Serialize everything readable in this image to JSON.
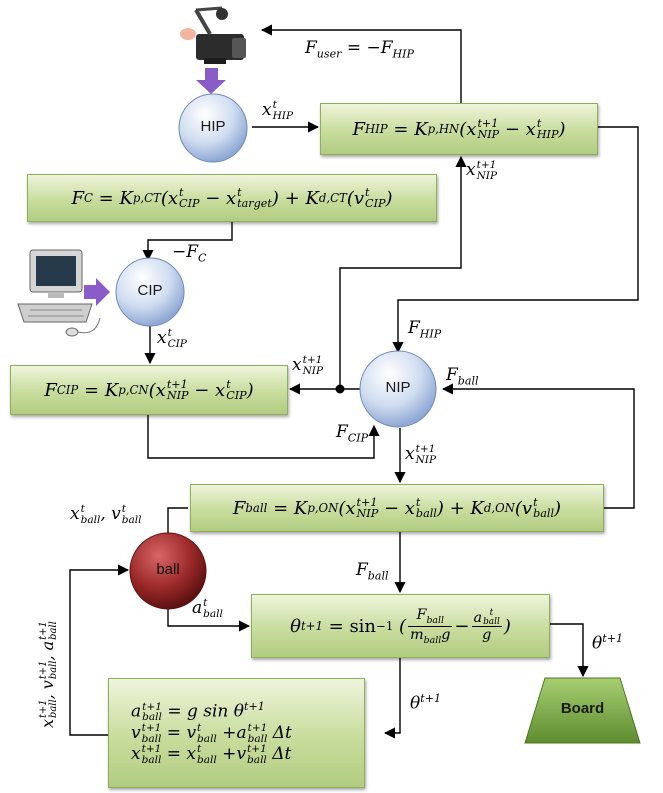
{
  "nodes": {
    "hip": "HIP",
    "cip": "CIP",
    "nip": "NIP",
    "ball": "ball",
    "board": "Board"
  },
  "colors": {
    "box_fill_top": "#eef5dc",
    "box_fill_bottom": "#b2cc82",
    "box_border": "#8fae5c",
    "sphere_blue": "#b9cce8",
    "ball_red": "#9c2a2a",
    "board_green": "#79a944",
    "arrow_purple": "#8a5cc7"
  },
  "icons": {
    "haptic": "haptic-device-icon",
    "computer": "computer-icon"
  },
  "equations": {
    "f_hip": {
      "lhs": "F",
      "lhs_sub": "HIP",
      "gain": "K",
      "gain_sub": "p,HN",
      "a": "x",
      "a_sup": "t+1",
      "a_sub": "NIP",
      "b": "x",
      "b_sup": "t",
      "b_sub": "HIP"
    },
    "f_c": {
      "lhs": "F",
      "lhs_sub": "C",
      "gain1": "K",
      "gain1_sub": "p,CT",
      "a": "x",
      "a_sup": "t",
      "a_sub": "CIP",
      "b": "x",
      "b_sup": "t",
      "b_sub": "target",
      "gain2": "K",
      "gain2_sub": "d,CT",
      "c": "v",
      "c_sup": "t",
      "c_sub": "CIP"
    },
    "f_cip": {
      "lhs": "F",
      "lhs_sub": "CIP",
      "gain": "K",
      "gain_sub": "p,CN",
      "a": "x",
      "a_sup": "t+1",
      "a_sub": "NIP",
      "b": "x",
      "b_sup": "t",
      "b_sub": "CIP"
    },
    "f_ball": {
      "lhs": "F",
      "lhs_sub": "ball",
      "gain1": "K",
      "gain1_sub": "p,ON",
      "a": "x",
      "a_sup": "t+1",
      "a_sub": "NIP",
      "b": "x",
      "b_sup": "t",
      "b_sub": "ball",
      "gain2": "K",
      "gain2_sub": "d,ON",
      "c": "v",
      "c_sup": "t",
      "c_sub": "ball"
    },
    "theta": {
      "lhs": "θ",
      "lhs_sup": "t+1",
      "fn": "sin",
      "fn_sup": "−1",
      "num1": "F",
      "num1_sub": "ball",
      "den1": "m",
      "den1_sub": "ball",
      "den1_tail": "g",
      "num2": "a",
      "num2_sup": "t",
      "num2_sub": "ball",
      "den2": "g"
    },
    "update": {
      "line1": {
        "lhs": "a",
        "lhs_sup": "t+1",
        "lhs_sub": "ball",
        "rhs": "= g sin θ",
        "rhs_sup": "t+1"
      },
      "line2": {
        "lhs": "v",
        "lhs_sup": "t+1",
        "lhs_sub": "ball",
        "eq": "=",
        "a": "v",
        "a_sup": "t",
        "a_sub": "ball",
        "b": "a",
        "b_sup": "t+1",
        "b_sub": "ball",
        "tail": "Δt"
      },
      "line3": {
        "lhs": "x",
        "lhs_sup": "t+1",
        "lhs_sub": "ball",
        "eq": "=",
        "a": "x",
        "a_sup": "t",
        "a_sub": "ball",
        "b": "v",
        "b_sup": "t+1",
        "b_sub": "ball",
        "tail": "Δt"
      }
    }
  },
  "labels": {
    "f_user": {
      "lhs": "F",
      "lhs_sub": "user",
      "rhs": "= −F",
      "rhs_sub": "HIP"
    },
    "x_hip": {
      "base": "x",
      "sup": "t",
      "sub": "HIP"
    },
    "x_nip_up": {
      "base": "x",
      "sup": "t+1",
      "sub": "NIP"
    },
    "neg_fc": {
      "base": "−F",
      "sub": "C"
    },
    "x_cip": {
      "base": "x",
      "sup": "t",
      "sub": "CIP"
    },
    "f_hip_in": {
      "base": "F",
      "sub": "HIP"
    },
    "x_nip_left": {
      "base": "x",
      "sup": "t+1",
      "sub": "NIP"
    },
    "f_ball_in": {
      "base": "F",
      "sub": "ball"
    },
    "f_cip_in": {
      "base": "F",
      "sub": "CIP"
    },
    "x_nip_down": {
      "base": "x",
      "sup": "t+1",
      "sub": "NIP"
    },
    "ball_state": {
      "a": "x",
      "a_sup": "t",
      "a_sub": "ball",
      "sep": ",",
      "b": "v",
      "b_sup": "t",
      "b_sub": "ball"
    },
    "a_ball": {
      "base": "a",
      "sup": "t",
      "sub": "ball"
    },
    "f_ball_down": {
      "base": "F",
      "sub": "ball"
    },
    "theta_right": {
      "base": "θ",
      "sup": "t+1"
    },
    "theta_mid": {
      "base": "θ",
      "sup": "t+1"
    },
    "feedback_vertical": {
      "a": "x",
      "a_sup": "t+1",
      "a_sub": "ball",
      "b": "v",
      "b_sup": "t+1",
      "b_sub": "ball",
      "c": "a",
      "c_sup": "t+1",
      "c_sub": "ball",
      "sep": ","
    }
  }
}
